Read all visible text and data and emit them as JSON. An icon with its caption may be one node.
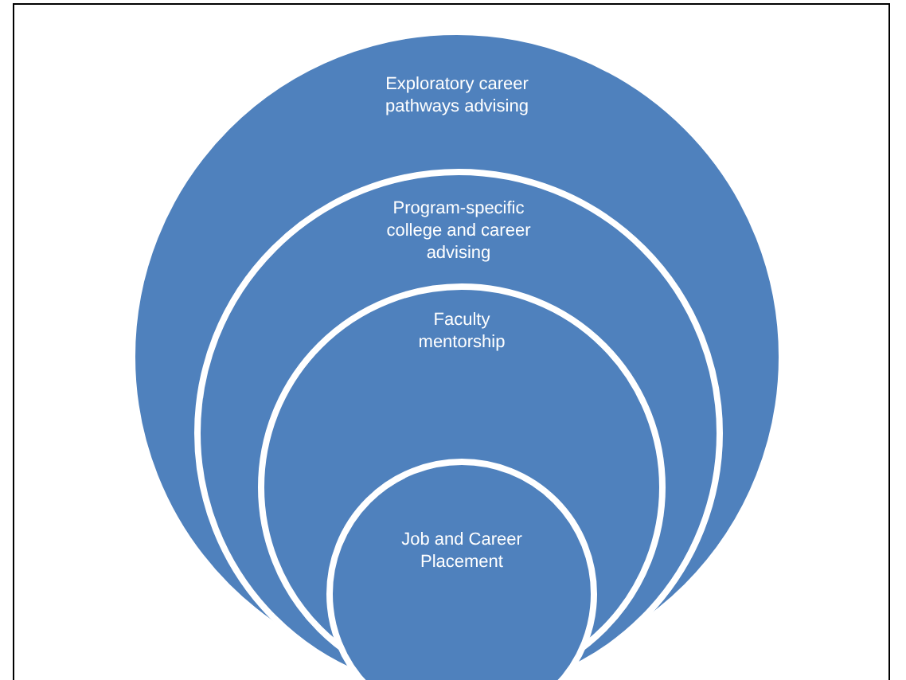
{
  "diagram": {
    "nodes": [
      {
        "text": [
          "Exploratory career pathways advising"
        ]
      },
      {
        "text": [
          "Program-specific college and career advising"
        ],
        "in": 0
      },
      {
        "text": [
          "Faculty mentorship"
        ],
        "in": 1
      },
      {
        "text": [
          "Job and Career Placement"
        ],
        "in": 2
      }
    ]
  }
}
